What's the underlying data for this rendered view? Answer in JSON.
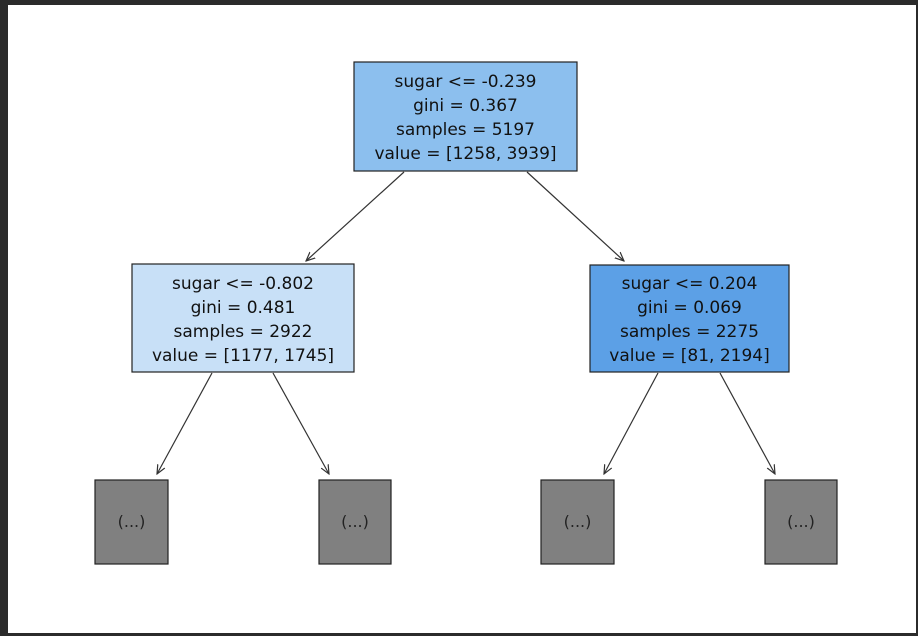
{
  "tree": {
    "nodes": [
      {
        "id": "root",
        "lines": [
          "sugar <= -0.239",
          "gini = 0.367",
          "samples = 5197",
          "value = [1258, 3939]"
        ],
        "fill": "#8cbfee"
      },
      {
        "id": "left",
        "lines": [
          "sugar <= -0.802",
          "gini = 0.481",
          "samples = 2922",
          "value = [1177, 1745]"
        ],
        "fill": "#c8e0f7"
      },
      {
        "id": "right",
        "lines": [
          "sugar <= 0.204",
          "gini = 0.069",
          "samples = 2275",
          "value = [81, 2194]"
        ],
        "fill": "#5ca0e6"
      }
    ],
    "leaves": [
      {
        "id": "leaf-1",
        "label": "(...)",
        "fill": "#808080"
      },
      {
        "id": "leaf-2",
        "label": "(...)",
        "fill": "#808080"
      },
      {
        "id": "leaf-3",
        "label": "(...)",
        "fill": "#808080"
      },
      {
        "id": "leaf-4",
        "label": "(...)",
        "fill": "#808080"
      }
    ]
  },
  "colors": {
    "background": "#2b2b2b",
    "canvas": "#ffffff",
    "edge": "#333333",
    "border": "#222222"
  }
}
